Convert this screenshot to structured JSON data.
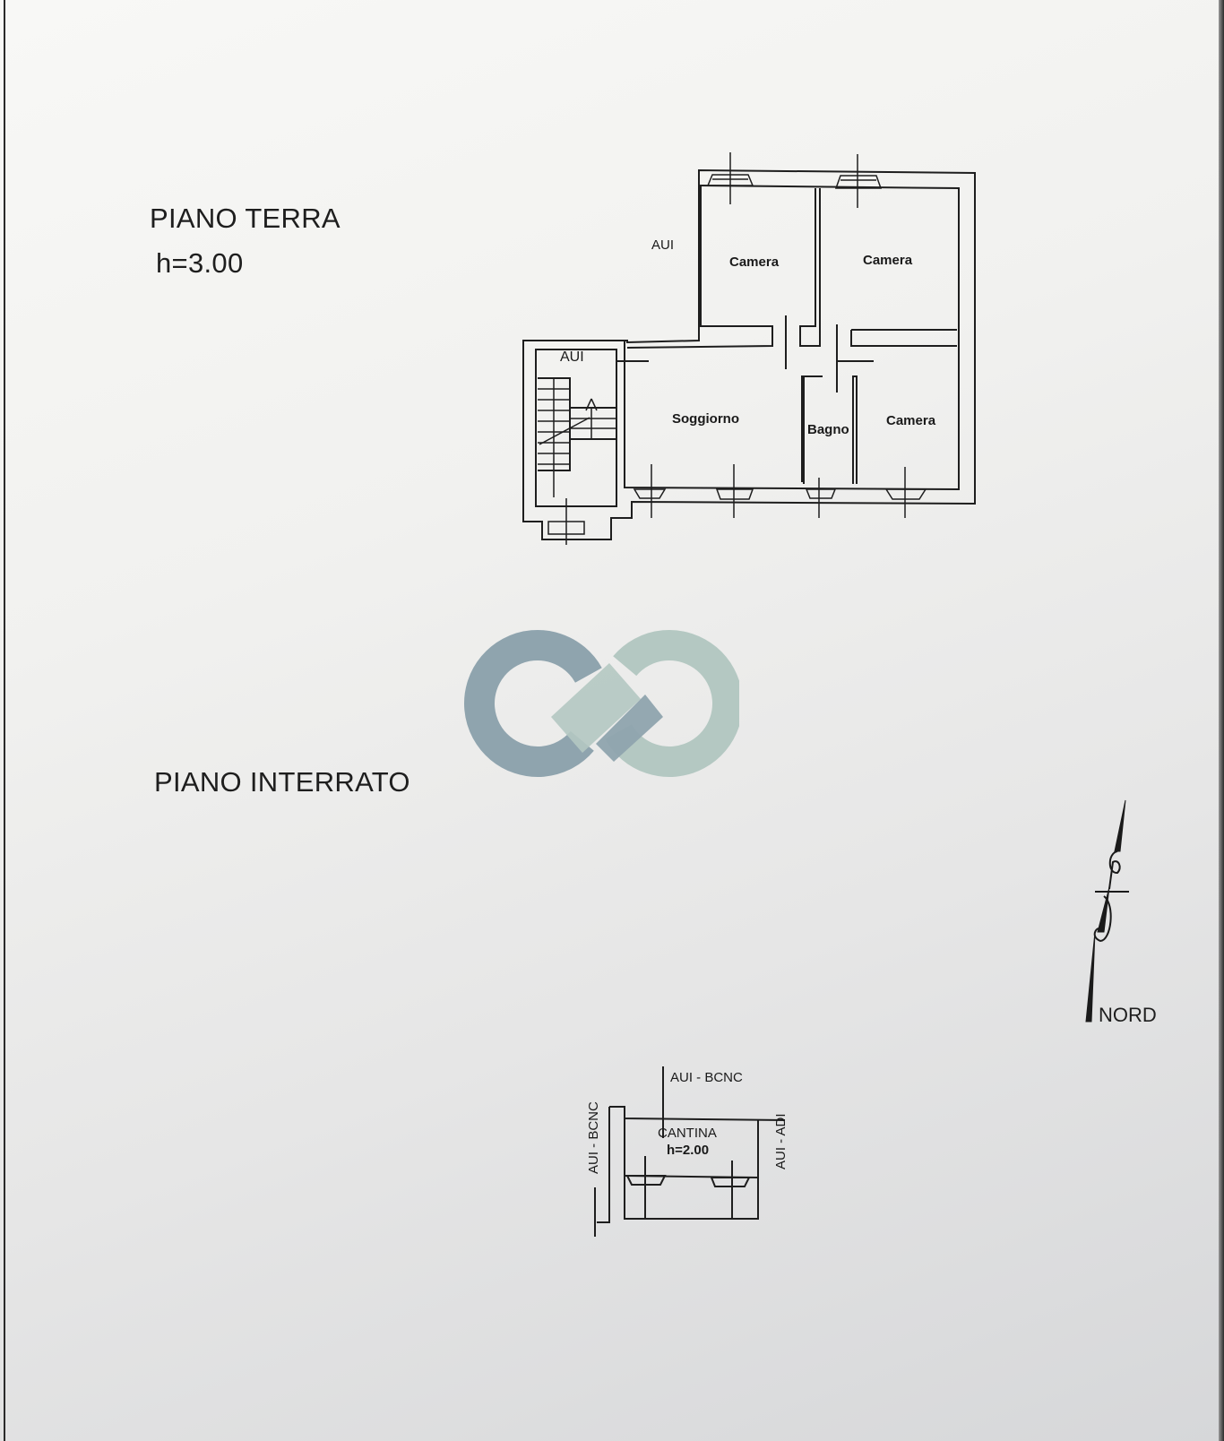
{
  "document": {
    "piano_terra": {
      "title": "PIANO TERRA",
      "height": "h=3.00",
      "labels": {
        "aui_top": "AUI",
        "aui_stair": "AUI",
        "camera_1": "Camera",
        "camera_2": "Camera",
        "camera_3": "Camera",
        "soggiorno": "Soggiorno",
        "bagno": "Bagno"
      }
    },
    "piano_interrato": {
      "title": "PIANO INTERRATO",
      "labels": {
        "top": "AUI - BCNC",
        "left": "AUI - BCNC",
        "right": "AUI - ADI",
        "cantina": "CANTINA",
        "cantina_height": "h=2.00"
      }
    },
    "north_arrow": {
      "label": "NORD"
    },
    "watermark": {
      "icon": "infinity-logo-icon",
      "colors": {
        "left_ring": "#8fa4ae",
        "right_ring": "#b4c8c2"
      }
    }
  }
}
